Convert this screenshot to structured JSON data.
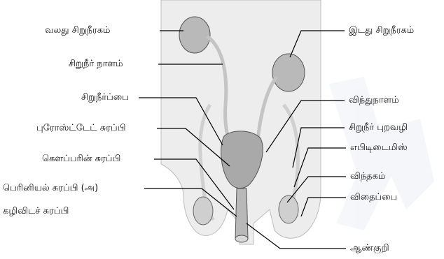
{
  "labels": {
    "right_kidney": "வலது சிறுநீரகம்",
    "ureter": "சிறுநீர் நாளம்",
    "bladder": "சிறுநீர்ப்பை",
    "prostate": "புரோஸ்ட்டேட் சுரப்பி",
    "cowpers": "கௌப்பரின் சுரப்பி",
    "perineal": "பெரினியல் சுரப்பி (அ)",
    "perineal_2": "கழிவிடச் சுரப்பி",
    "left_kidney": "இடது சிறுநீரகம்",
    "vas_deferens": "விந்துநாளம்",
    "urethral_meatus": "சிறுநீர் புறவழி",
    "epididymis": "எபிடிடைமிஸ்",
    "testis": "விந்தகம்",
    "scrotum": "விதைப்பை",
    "penis": "ஆண்குறி"
  },
  "colors": {
    "body_fill": "#ededed",
    "organ_fill": "#b9b9b9",
    "tube": "#cfcfcf",
    "line": "#000000",
    "watermark": "#eef0f6"
  }
}
